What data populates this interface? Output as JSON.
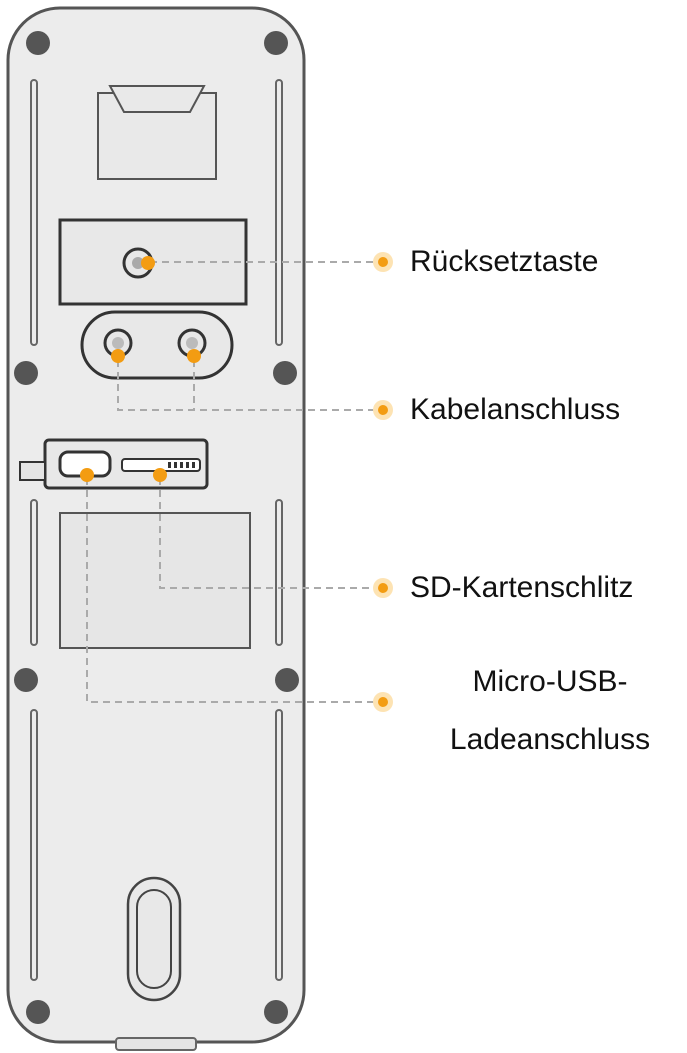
{
  "labels": {
    "reset": "Rücksetztaste",
    "cable": "Kabelanschluss",
    "sd": "SD-Kartenschlitz",
    "usb_line1": "Micro-USB-",
    "usb_line2": "Ladeanschluss"
  },
  "colors": {
    "accent": "#f39c12",
    "accent_light": "#fde3b3",
    "device_fill": "#ececec",
    "device_stroke": "#555555",
    "screw": "#555555",
    "leader_line": "#aaaaaa"
  },
  "icons": {
    "marker": "orange-dot-icon",
    "screw": "screw-icon"
  }
}
